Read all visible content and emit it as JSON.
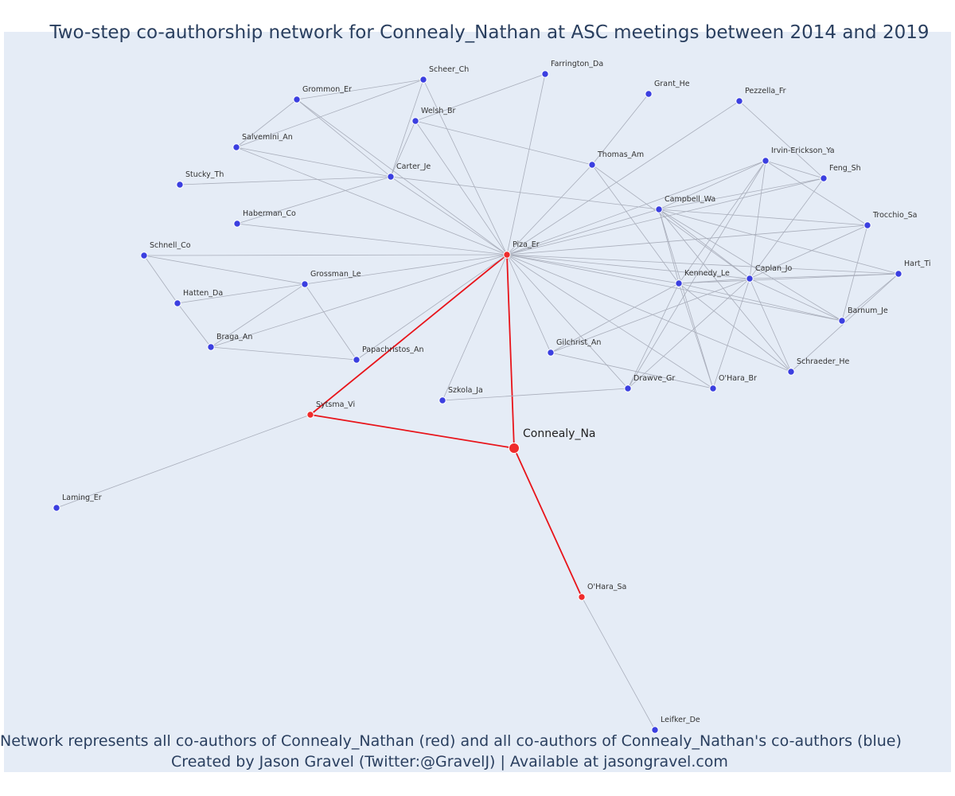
{
  "title": "Two-step co-authorship network for Connealy_Nathan at ASC meetings between 2014 and 2019",
  "footer": {
    "line1": "Network represents all co-authors of Connealy_Nathan (red) and all co-authors of Connealy_Nathan's co-authors (blue)",
    "line2": "Created by Jason Gravel (Twitter:@GravelJ) | Available at jasongravel.com"
  },
  "colors": {
    "background": "#e5ecf6",
    "coauthor_node": "#3b3fe0",
    "focal_node": "#ef2b2b",
    "focal_edge": "#e8141a",
    "edge": "#a9aebb",
    "text": "#2a3f5f",
    "label": "#333333"
  },
  "network": {
    "focal": "Connealy_Na",
    "nodes": [
      {
        "id": "Connealy_Na",
        "group": "focal"
      },
      {
        "id": "Sytsma_Vi",
        "group": "coauthor"
      },
      {
        "id": "Piza_Er",
        "group": "coauthor"
      },
      {
        "id": "O'Hara_Sa",
        "group": "coauthor"
      },
      {
        "id": "Laming_Er",
        "group": "second"
      },
      {
        "id": "Leifker_De",
        "group": "second"
      },
      {
        "id": "Farrington_Da",
        "group": "second"
      },
      {
        "id": "Scheer_Ch",
        "group": "second"
      },
      {
        "id": "Grommon_Er",
        "group": "second"
      },
      {
        "id": "Welsh_Br",
        "group": "second"
      },
      {
        "id": "Grant_He",
        "group": "second"
      },
      {
        "id": "Pezzella_Fr",
        "group": "second"
      },
      {
        "id": "Salvemini_An",
        "group": "second"
      },
      {
        "id": "Thomas_Am",
        "group": "second"
      },
      {
        "id": "Irvin-Erickson_Ya",
        "group": "second"
      },
      {
        "id": "Stucky_Th",
        "group": "second"
      },
      {
        "id": "Carter_Je",
        "group": "second"
      },
      {
        "id": "Feng_Sh",
        "group": "second"
      },
      {
        "id": "Campbell_Wa",
        "group": "second"
      },
      {
        "id": "Haberman_Co",
        "group": "second"
      },
      {
        "id": "Trocchio_Sa",
        "group": "second"
      },
      {
        "id": "Schnell_Co",
        "group": "second"
      },
      {
        "id": "Hart_Ti",
        "group": "second"
      },
      {
        "id": "Kennedy_Le",
        "group": "second"
      },
      {
        "id": "Caplan_Jo",
        "group": "second"
      },
      {
        "id": "Grossman_Le",
        "group": "second"
      },
      {
        "id": "Hatten_Da",
        "group": "second"
      },
      {
        "id": "Barnum_Je",
        "group": "second"
      },
      {
        "id": "Braga_An",
        "group": "second"
      },
      {
        "id": "Gilchrist_An",
        "group": "second"
      },
      {
        "id": "Papachristos_An",
        "group": "second"
      },
      {
        "id": "Schraeder_He",
        "group": "second"
      },
      {
        "id": "Drawve_Gr",
        "group": "second"
      },
      {
        "id": "O'Hara_Br",
        "group": "second"
      },
      {
        "id": "Szkola_Ja",
        "group": "second"
      }
    ],
    "edges": [
      [
        "Connealy_Na",
        "Piza_Er"
      ],
      [
        "Connealy_Na",
        "Sytsma_Vi"
      ],
      [
        "Connealy_Na",
        "O'Hara_Sa"
      ],
      [
        "Sytsma_Vi",
        "Piza_Er"
      ],
      [
        "Sytsma_Vi",
        "Laming_Er"
      ],
      [
        "O'Hara_Sa",
        "Leifker_De"
      ],
      [
        "Piza_Er",
        "Farrington_Da"
      ],
      [
        "Piza_Er",
        "Scheer_Ch"
      ],
      [
        "Piza_Er",
        "Grommon_Er"
      ],
      [
        "Piza_Er",
        "Welsh_Br"
      ],
      [
        "Piza_Er",
        "Pezzella_Fr"
      ],
      [
        "Piza_Er",
        "Salvemini_An"
      ],
      [
        "Piza_Er",
        "Thomas_Am"
      ],
      [
        "Piza_Er",
        "Irvin-Erickson_Ya"
      ],
      [
        "Piza_Er",
        "Carter_Je"
      ],
      [
        "Piza_Er",
        "Feng_Sh"
      ],
      [
        "Piza_Er",
        "Campbell_Wa"
      ],
      [
        "Piza_Er",
        "Haberman_Co"
      ],
      [
        "Piza_Er",
        "Trocchio_Sa"
      ],
      [
        "Piza_Er",
        "Schnell_Co"
      ],
      [
        "Piza_Er",
        "Hart_Ti"
      ],
      [
        "Piza_Er",
        "Kennedy_Le"
      ],
      [
        "Piza_Er",
        "Caplan_Jo"
      ],
      [
        "Piza_Er",
        "Grossman_Le"
      ],
      [
        "Piza_Er",
        "Barnum_Je"
      ],
      [
        "Piza_Er",
        "Braga_An"
      ],
      [
        "Piza_Er",
        "Gilchrist_An"
      ],
      [
        "Piza_Er",
        "Papachristos_An"
      ],
      [
        "Piza_Er",
        "Schraeder_He"
      ],
      [
        "Piza_Er",
        "Drawve_Gr"
      ],
      [
        "Piza_Er",
        "O'Hara_Br"
      ],
      [
        "Piza_Er",
        "Szkola_Ja"
      ],
      [
        "Scheer_Ch",
        "Grommon_Er"
      ],
      [
        "Scheer_Ch",
        "Salvemini_An"
      ],
      [
        "Scheer_Ch",
        "Carter_Je"
      ],
      [
        "Grommon_Er",
        "Salvemini_An"
      ],
      [
        "Grommon_Er",
        "Carter_Je"
      ],
      [
        "Welsh_Br",
        "Farrington_Da"
      ],
      [
        "Welsh_Br",
        "Carter_Je"
      ],
      [
        "Welsh_Br",
        "Thomas_Am"
      ],
      [
        "Salvemini_An",
        "Carter_Je"
      ],
      [
        "Stucky_Th",
        "Carter_Je"
      ],
      [
        "Haberman_Co",
        "Carter_Je"
      ],
      [
        "Carter_Je",
        "Campbell_Wa"
      ],
      [
        "Grant_He",
        "Thomas_Am"
      ],
      [
        "Pezzella_Fr",
        "Feng_Sh"
      ],
      [
        "Thomas_Am",
        "Kennedy_Le"
      ],
      [
        "Thomas_Am",
        "Caplan_Jo"
      ],
      [
        "Irvin-Erickson_Ya",
        "Campbell_Wa"
      ],
      [
        "Irvin-Erickson_Ya",
        "Kennedy_Le"
      ],
      [
        "Irvin-Erickson_Ya",
        "Caplan_Jo"
      ],
      [
        "Irvin-Erickson_Ya",
        "Trocchio_Sa"
      ],
      [
        "Irvin-Erickson_Ya",
        "Feng_Sh"
      ],
      [
        "Irvin-Erickson_Ya",
        "Drawve_Gr"
      ],
      [
        "Feng_Sh",
        "Campbell_Wa"
      ],
      [
        "Feng_Sh",
        "Caplan_Jo"
      ],
      [
        "Campbell_Wa",
        "Trocchio_Sa"
      ],
      [
        "Campbell_Wa",
        "Kennedy_Le"
      ],
      [
        "Campbell_Wa",
        "Caplan_Jo"
      ],
      [
        "Campbell_Wa",
        "Barnum_Je"
      ],
      [
        "Campbell_Wa",
        "Hart_Ti"
      ],
      [
        "Campbell_Wa",
        "Schraeder_He"
      ],
      [
        "Campbell_Wa",
        "O'Hara_Br"
      ],
      [
        "Trocchio_Sa",
        "Caplan_Jo"
      ],
      [
        "Trocchio_Sa",
        "Barnum_Je"
      ],
      [
        "Hart_Ti",
        "Kennedy_Le"
      ],
      [
        "Hart_Ti",
        "Caplan_Jo"
      ],
      [
        "Hart_Ti",
        "Barnum_Je"
      ],
      [
        "Hart_Ti",
        "Schraeder_He"
      ],
      [
        "Kennedy_Le",
        "Caplan_Jo"
      ],
      [
        "Kennedy_Le",
        "Barnum_Je"
      ],
      [
        "Kennedy_Le",
        "Gilchrist_An"
      ],
      [
        "Kennedy_Le",
        "Drawve_Gr"
      ],
      [
        "Kennedy_Le",
        "O'Hara_Br"
      ],
      [
        "Kennedy_Le",
        "Schraeder_He"
      ],
      [
        "Caplan_Jo",
        "Barnum_Je"
      ],
      [
        "Caplan_Jo",
        "Gilchrist_An"
      ],
      [
        "Caplan_Jo",
        "Drawve_Gr"
      ],
      [
        "Caplan_Jo",
        "O'Hara_Br"
      ],
      [
        "Caplan_Jo",
        "Schraeder_He"
      ],
      [
        "Gilchrist_An",
        "O'Hara_Br"
      ],
      [
        "Drawve_Gr",
        "Szkola_Ja"
      ],
      [
        "Schnell_Co",
        "Grossman_Le"
      ],
      [
        "Schnell_Co",
        "Hatten_Da"
      ],
      [
        "Grossman_Le",
        "Hatten_Da"
      ],
      [
        "Grossman_Le",
        "Braga_An"
      ],
      [
        "Grossman_Le",
        "Papachristos_An"
      ],
      [
        "Hatten_Da",
        "Braga_An"
      ],
      [
        "Braga_An",
        "Papachristos_An"
      ]
    ]
  }
}
